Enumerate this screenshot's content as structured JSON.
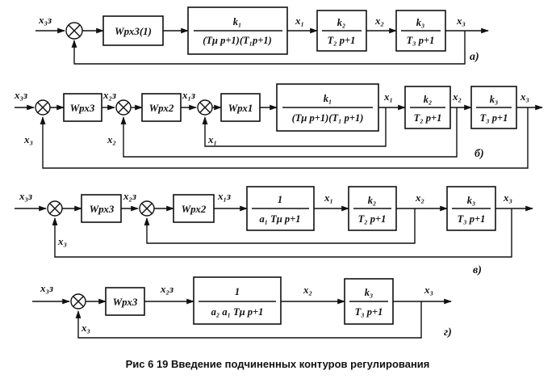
{
  "caption": "Рис  6 19  Введение подчиненных контуров регулирования",
  "panels": {
    "a": {
      "tag": "а)",
      "labels": {
        "in": "x₃з",
        "x1": "x₁",
        "x2": "x₂",
        "x3": "x₃"
      },
      "blocks": {
        "reg3": "Wрх3(1)",
        "plant1_num": "k₁",
        "plant1_den": "(Tμ p+1)(T₁p+1)",
        "plant2_num": "k₂",
        "plant2_den": "T₂ p+1",
        "plant3_num": "k₃",
        "plant3_den": "T₃ p+1"
      }
    },
    "b": {
      "tag": "б)",
      "labels": {
        "in": "x₃з",
        "x2z": "x₂з",
        "x1z": "x₁з",
        "x1": "x₁",
        "x2": "x₂",
        "x3": "x₃",
        "fb3": "x₃",
        "fb2": "x₂",
        "fb1": "x₁"
      },
      "blocks": {
        "reg3": "Wрх3",
        "reg2": "Wрх2",
        "reg1": "Wрх1",
        "plant1_num": "k₁",
        "plant1_den": "(Tμ p+1)(T₁ p+1)",
        "plant2_num": "k₂",
        "plant2_den": "T₂ p+1",
        "plant3_num": "k₃",
        "plant3_den": "T₃ p+1"
      }
    },
    "c": {
      "tag": "в)",
      "labels": {
        "in": "x₃з",
        "x2z": "x₂з",
        "x1z": "x₁з",
        "x1": "x₁",
        "x2": "x₂",
        "x3": "x₃",
        "fb3": "x₃"
      },
      "blocks": {
        "reg3": "Wрх3",
        "reg2": "Wрх2",
        "loop1_num": "1",
        "loop1_den": "a₁ Tμ p+1",
        "plant2_num": "k₂",
        "plant2_den": "T₂ p+1",
        "plant3_num": "k₃",
        "plant3_den": "T₃ p+1"
      }
    },
    "d": {
      "tag": "г)",
      "labels": {
        "in": "x₃з",
        "x2z": "x₂з",
        "x2": "x₂",
        "x3": "x₃",
        "fb3": "x₃"
      },
      "blocks": {
        "reg3": "Wрх3",
        "loop2_num": "1",
        "loop2_den": "a₂ a₁ Tμ p+1",
        "plant3_num": "k₃",
        "plant3_den": "T₃ p+1"
      }
    }
  }
}
